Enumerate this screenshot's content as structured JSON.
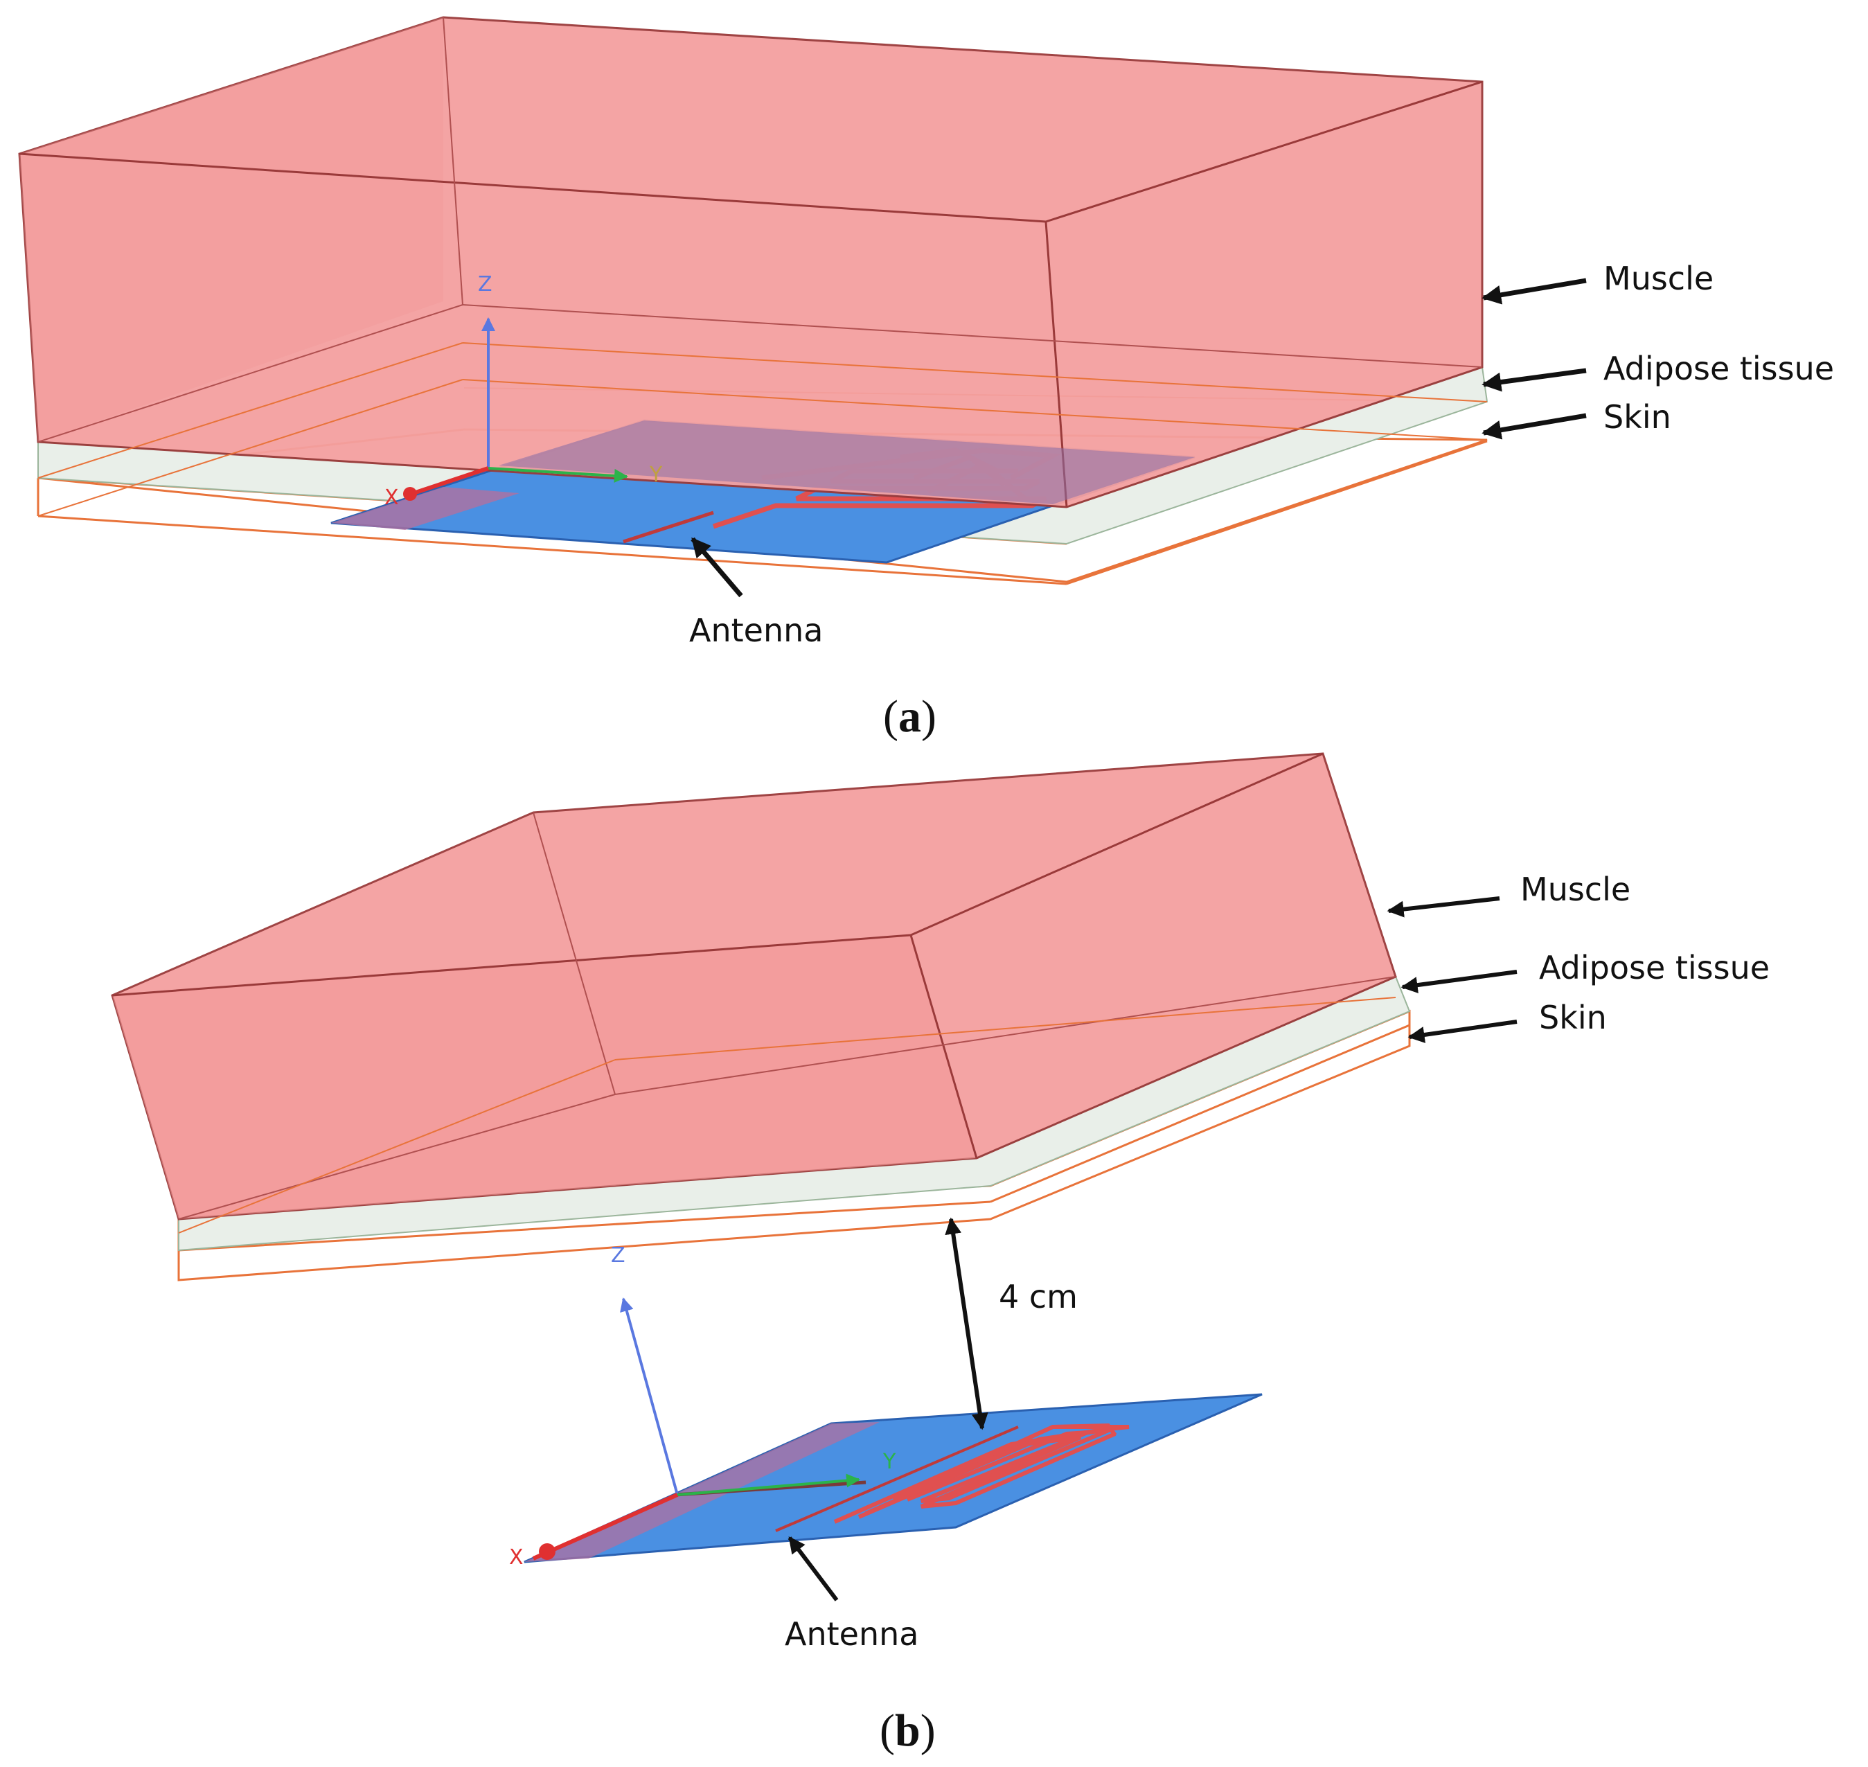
{
  "panel_a": {
    "labels": {
      "muscle": "Muscle",
      "adipose": "Adipose tissue",
      "skin": "Skin",
      "antenna": "Antenna"
    },
    "axes": {
      "x": "X",
      "y": "Y",
      "z": "Z"
    },
    "caption": {
      "open": "(",
      "letter": "a",
      "close": ")"
    }
  },
  "panel_b": {
    "labels": {
      "muscle": "Muscle",
      "adipose": "Adipose tissue",
      "skin": "Skin",
      "antenna": "Antenna",
      "distance": "4 cm"
    },
    "axes": {
      "x": "X",
      "y": "Y",
      "z": "Z"
    },
    "caption": {
      "open": "(",
      "letter": "b",
      "close": ")"
    }
  },
  "colors": {
    "muscle": "#f4a0a0",
    "muscle_edge": "#9a3a3a",
    "adipose": "#e9efe9",
    "skin_edge": "#e8733a",
    "antenna": "#4a90e2",
    "antenna_patch": "#e05050",
    "axis_x": "#e03030",
    "axis_y": "#2bb34a",
    "axis_z": "#5a78e0"
  }
}
